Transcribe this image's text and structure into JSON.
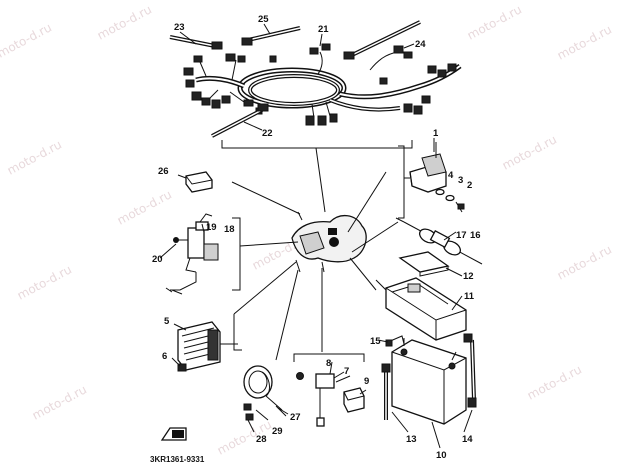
{
  "watermark": "moto-d.ru",
  "drawing_code": "3KR1361-9331",
  "callouts": [
    "1",
    "2",
    "3",
    "4",
    "5",
    "6",
    "7",
    "8",
    "9",
    "10",
    "11",
    "12",
    "13",
    "14",
    "15",
    "16",
    "17",
    "18",
    "19",
    "20",
    "21",
    "22",
    "23",
    "24",
    "25",
    "26",
    "27",
    "28",
    "29"
  ],
  "colors": {
    "ink": "#111111",
    "watermark": "#e8d9dc",
    "background": "#ffffff"
  }
}
